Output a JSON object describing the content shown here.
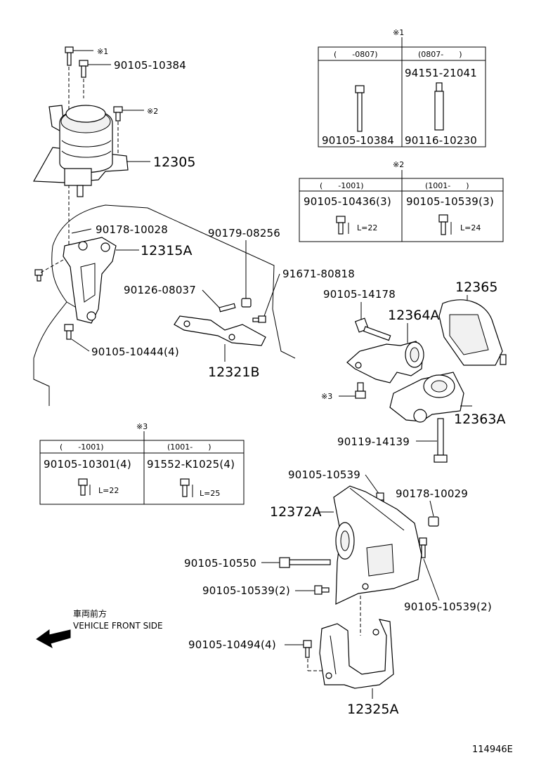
{
  "labels": {
    "p90105_10384_top": "90105-10384",
    "note1_top": "※1",
    "note2_top": "※2",
    "p12305": "12305",
    "p90178_10028": "90178-10028",
    "p12315A": "12315A",
    "p90105_10444": "90105-10444(4)",
    "p90179_08256": "90179-08256",
    "p91671_80818": "91671-80818",
    "p90126_08037": "90126-08037",
    "p12321B": "12321B",
    "p90105_14178": "90105-14178",
    "p12365": "12365",
    "p12364A": "12364A",
    "note3_small": "※3",
    "p12363A": "12363A",
    "p90119_14139": "90119-14139",
    "p90105_10539_a": "90105-10539",
    "p90178_10029": "90178-10029",
    "p12372A": "12372A",
    "p90105_10550": "90105-10550",
    "p90105_10539_2a": "90105-10539(2)",
    "p90105_10539_2b": "90105-10539(2)",
    "p90105_10494": "90105-10494(4)",
    "p12325A": "12325A",
    "front_jp": "車両前方",
    "front_en": "VEHICLE FRONT SIDE",
    "figure_no": "114946E"
  },
  "table1": {
    "marker": "※1",
    "col1_header": "(　　-0807)",
    "col2_header": "(0807-　　)",
    "col2_part_top": "94151-21041",
    "col1_part": "90105-10384",
    "col2_part": "90116-10230"
  },
  "table2": {
    "marker": "※2",
    "col1_header": "(　　-1001)",
    "col2_header": "(1001-　　)",
    "col1_part": "90105-10436(3)",
    "col2_part": "90105-10539(3)",
    "col1_len": "L=22",
    "col2_len": "L=24"
  },
  "table3": {
    "marker": "※3",
    "col1_header": "(　　-1001)",
    "col2_header": "(1001-　　)",
    "col1_part": "90105-10301(4)",
    "col2_part": "91552-K1025(4)",
    "col1_len": "L=22",
    "col2_len": "L=25"
  }
}
